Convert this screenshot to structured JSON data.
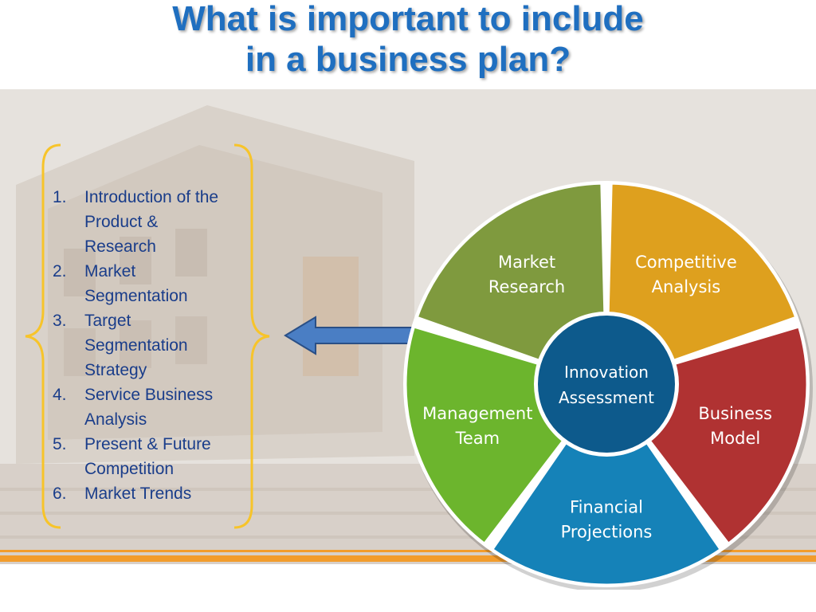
{
  "title": {
    "line1": "What is important to include",
    "line2": "in a business plan?"
  },
  "list": {
    "items": [
      {
        "num": "1.",
        "lines": [
          "Introduction of the",
          "Product &",
          "Research"
        ]
      },
      {
        "num": "2.",
        "lines": [
          "Market",
          "Segmentation"
        ]
      },
      {
        "num": "3.",
        "lines": [
          "Target",
          "Segmentation",
          "Strategy"
        ]
      },
      {
        "num": "4.",
        "lines": [
          "Service Business",
          "Analysis"
        ]
      },
      {
        "num": "5.",
        "lines": [
          "Present  & Future",
          "Competition"
        ]
      },
      {
        "num": "6.",
        "lines": [
          "Market Trends"
        ]
      }
    ]
  },
  "wheel": {
    "center": {
      "lines": [
        "Innovation",
        "Assessment"
      ],
      "color": "#0d5a8c"
    },
    "segments": [
      {
        "name": "market-research",
        "lines": [
          "Market",
          "Research"
        ],
        "color": "#7f9a3e"
      },
      {
        "name": "competitive-analysis",
        "lines": [
          "Competitive",
          "Analysis"
        ],
        "color": "#dea01e"
      },
      {
        "name": "business-model",
        "lines": [
          "Business",
          "Model"
        ],
        "color": "#b03232"
      },
      {
        "name": "financial-projections",
        "lines": [
          "Financial",
          "Projections"
        ],
        "color": "#1582b8"
      },
      {
        "name": "management-team",
        "lines": [
          "Management",
          "Team"
        ],
        "color": "#6cb52d"
      }
    ]
  },
  "colors": {
    "title": "#1f6fc0",
    "stripe": "#f29c2c",
    "bracket": "#f7c42a",
    "arrow_fill": "#4a7ec4",
    "arrow_stroke": "#2a4f86",
    "list_text": "#1a3d8a"
  }
}
